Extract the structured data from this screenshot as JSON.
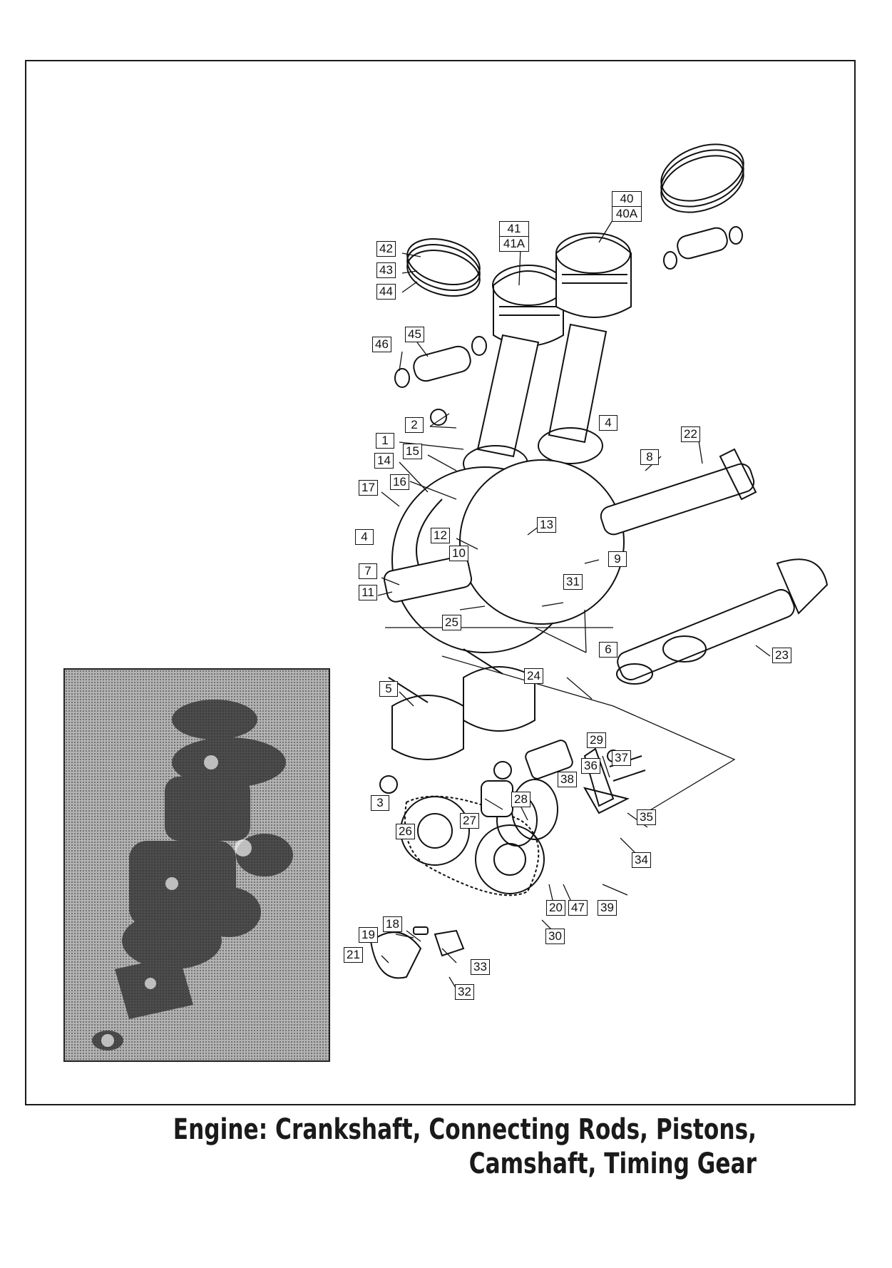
{
  "caption": {
    "line1": "Engine: Crankshaft, Connecting Rods, Pistons,",
    "line2": "Camshaft, Timing Gear"
  },
  "callouts": {
    "stacked": [
      {
        "id": "s1",
        "top": "40",
        "bottom": "40A"
      },
      {
        "id": "s2",
        "top": "41",
        "bottom": "41A"
      }
    ],
    "labels": [
      "42",
      "43",
      "44",
      "45",
      "46",
      "2",
      "4",
      "1",
      "15",
      "14",
      "16",
      "17",
      "8",
      "22",
      "4",
      "12",
      "13",
      "10",
      "9",
      "7",
      "11",
      "31",
      "25",
      "6",
      "23",
      "24",
      "5",
      "29",
      "36",
      "37",
      "38",
      "28",
      "3",
      "27",
      "35",
      "26",
      "34",
      "20",
      "47",
      "39",
      "18",
      "19",
      "30",
      "21",
      "33",
      "32"
    ]
  },
  "colors": {
    "ink": "#111111",
    "frame": "#1a1a1a",
    "inset_bg": "#9a9a9a"
  },
  "inset": {
    "description_name": "halftone-photo-of-disassembled-engine"
  }
}
